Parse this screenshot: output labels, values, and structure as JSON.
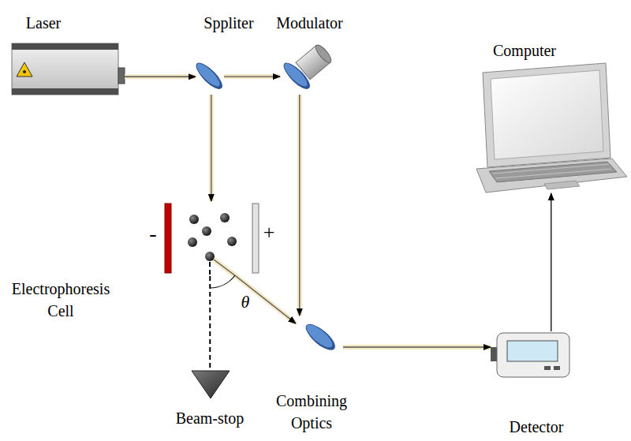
{
  "diagram": {
    "nodes": [
      {
        "text": [
          "Laser"
        ]
      },
      {
        "text": [
          "Sppliter"
        ]
      },
      {
        "text": [
          "Modulator"
        ]
      },
      {
        "text": [
          "Computer"
        ]
      },
      {
        "text": [
          "Electrophoresis Cell"
        ]
      },
      {
        "text": [
          "Beam-stop"
        ]
      },
      {
        "text": [
          "Combining Optics"
        ]
      },
      {
        "text": [
          "Detector"
        ]
      }
    ],
    "edges": [
      {
        "from": 0,
        "to": 1,
        "arrow": "to"
      },
      {
        "from": 1,
        "to": 2,
        "arrow": "to"
      },
      {
        "from": 1,
        "to": 4,
        "arrow": "to"
      },
      {
        "from": 2,
        "to": 6,
        "arrow": "to"
      },
      {
        "from": 4,
        "to": 6,
        "arrow": "to"
      },
      {
        "from": 4,
        "to": 5,
        "arrow": "none"
      },
      {
        "from": 6,
        "to": 7,
        "arrow": "to"
      },
      {
        "from": 7,
        "to": 3,
        "arrow": "to"
      }
    ],
    "labels": [
      "-",
      "+",
      "θ"
    ]
  }
}
